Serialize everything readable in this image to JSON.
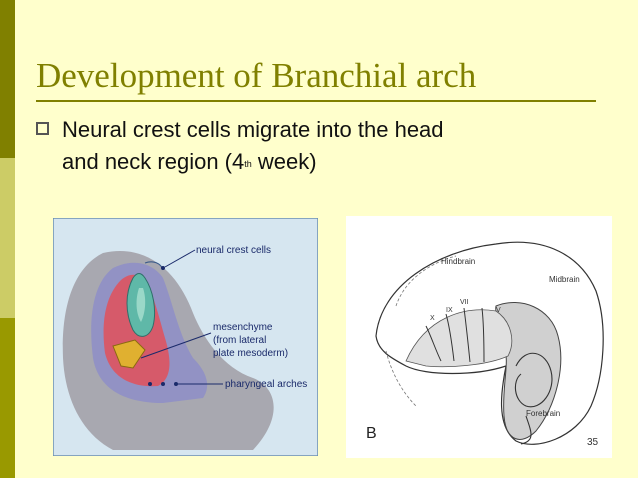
{
  "slide": {
    "title": "Development of Branchial arch",
    "bullet_line1": "Neural crest cells migrate into the head",
    "bullet_line2_prefix": "and neck region (4",
    "bullet_sup": "th",
    "bullet_line2_suffix": " week)",
    "page_number": "35"
  },
  "figure_a": {
    "label_neural_crest": "neural crest cells",
    "label_mesenchyme_1": "mesenchyme",
    "label_mesenchyme_2": "(from lateral",
    "label_mesenchyme_3": "plate mesoderm)",
    "label_pharyngeal": "pharyngeal arches"
  },
  "figure_b": {
    "label_hindbrain": "Hindbrain",
    "label_midbrain": "Midbrain",
    "label_forebrain": "Forebrain",
    "panel_letter": "B",
    "nerve_labels": [
      "X",
      "IX",
      "VII",
      "V"
    ]
  },
  "colors": {
    "background": "#ffffcc",
    "accent": "#808000",
    "sidebar_mid": "#cccc66",
    "sidebar_bottom": "#999900"
  }
}
